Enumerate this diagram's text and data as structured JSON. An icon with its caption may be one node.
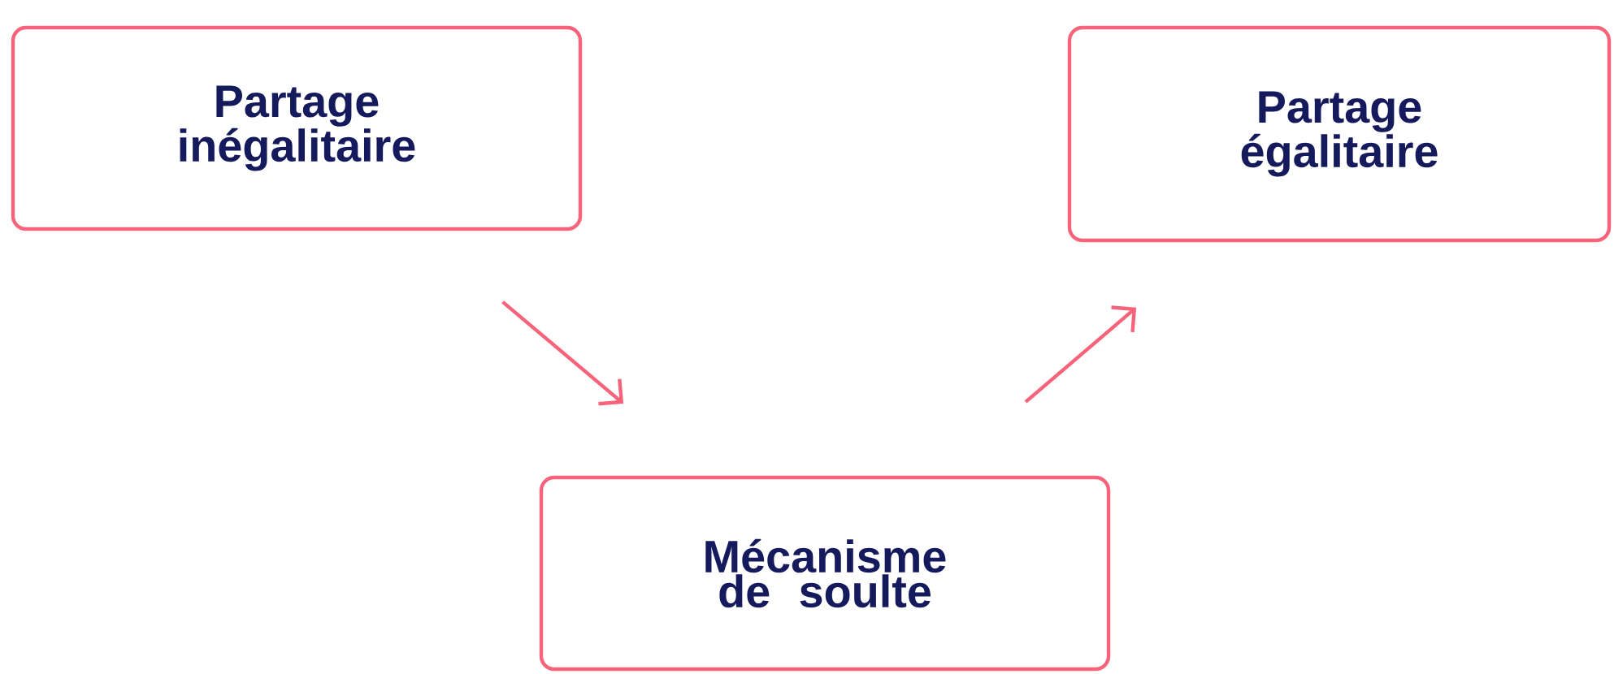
{
  "diagram": {
    "nodes": [
      {
        "text": [
          "Partage inégalitaire"
        ]
      },
      {
        "text": [
          "Partage égalitaire"
        ]
      },
      {
        "text": [
          "Mécanisme de soulte"
        ]
      }
    ],
    "edges": [
      {
        "from": 0,
        "to": 2,
        "arrow": "to"
      },
      {
        "from": 2,
        "to": 1,
        "arrow": "to"
      }
    ]
  }
}
